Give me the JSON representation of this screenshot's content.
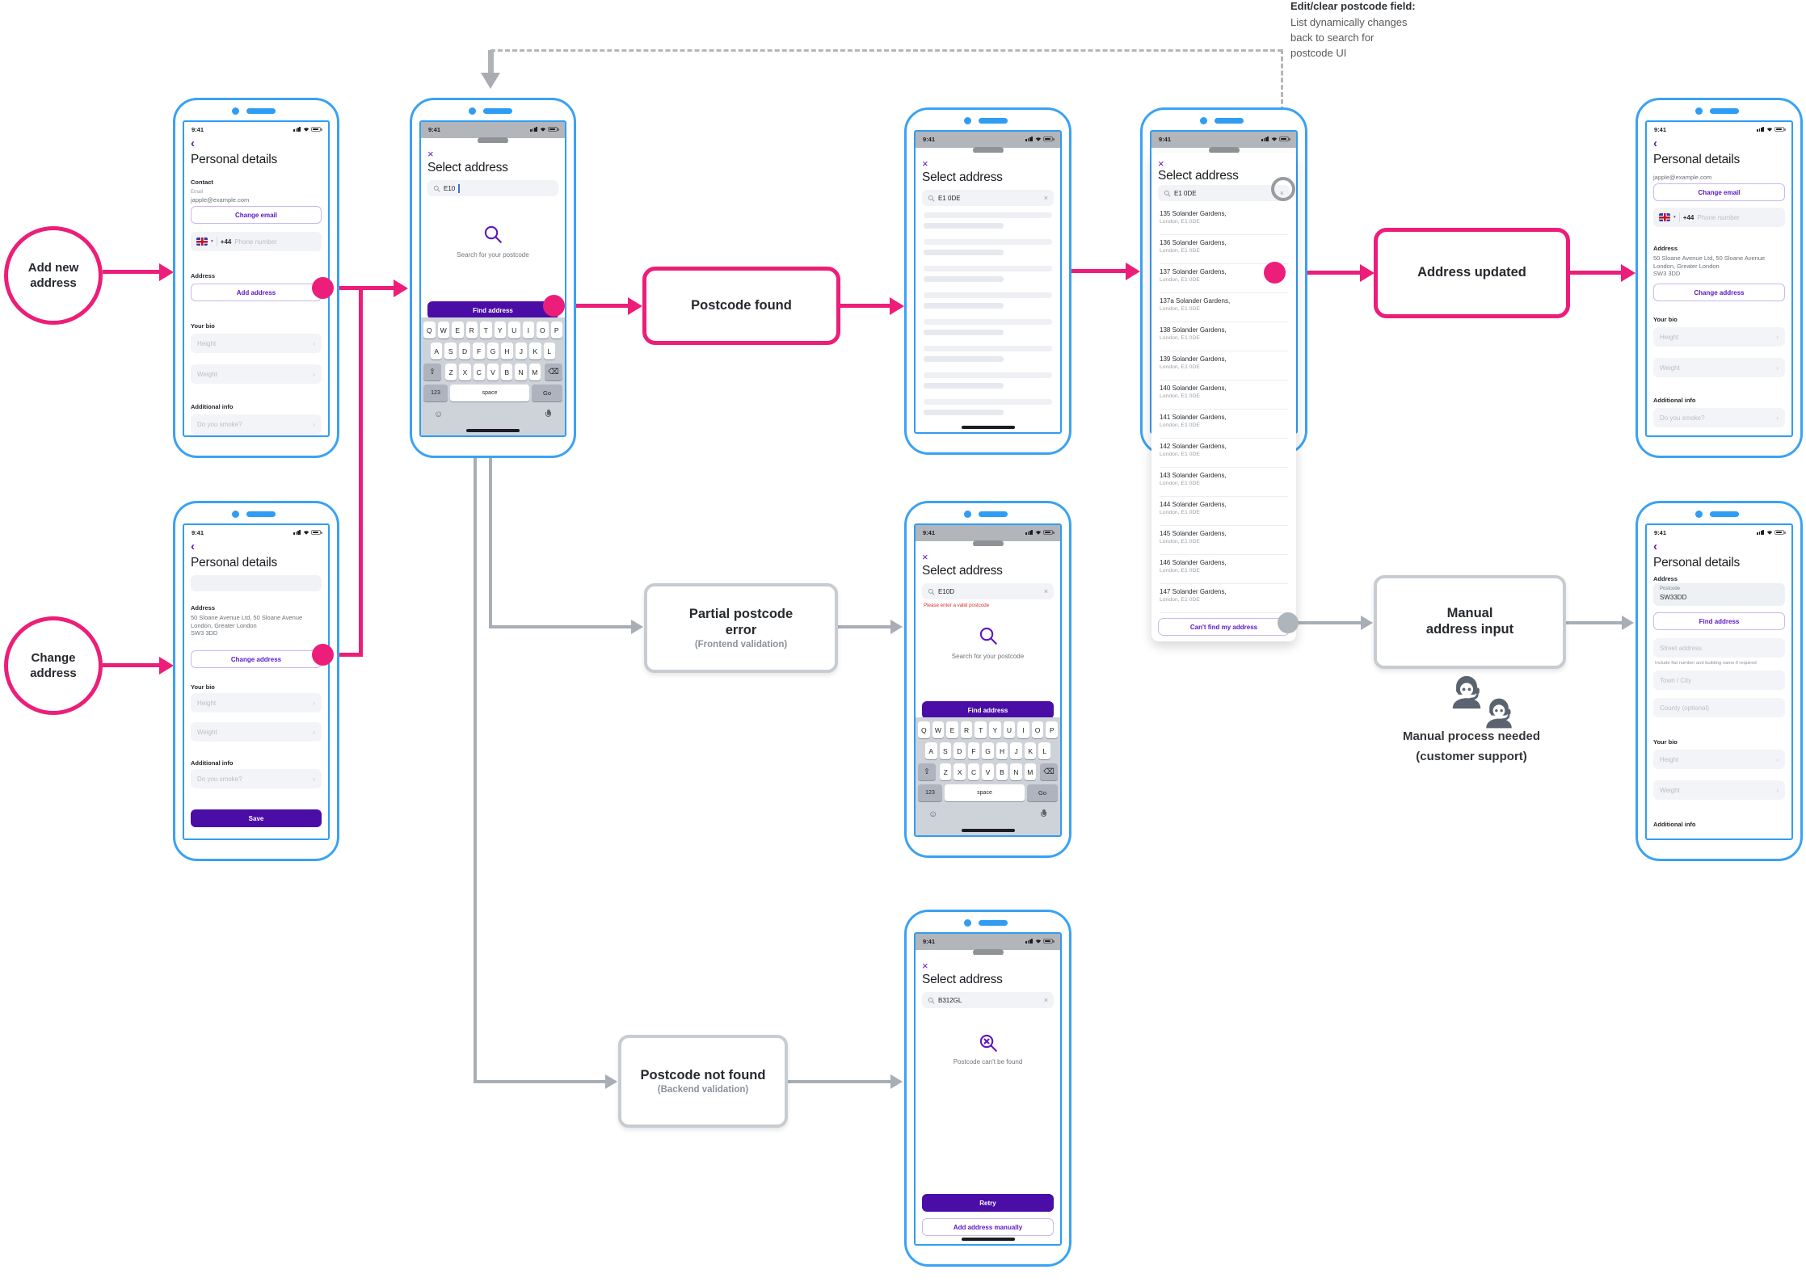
{
  "common": {
    "time": "9:41"
  },
  "note": {
    "title": "Edit/clear postcode field:",
    "line1": "List dynamically changes",
    "line2": "back to search for",
    "line3": "postcode UI"
  },
  "entry": {
    "add_line1": "Add new",
    "add_line2": "address",
    "change_line1": "Change",
    "change_line2": "address"
  },
  "flow": {
    "postcode_found": "Postcode found",
    "partial_line1": "Partial postcode",
    "partial_line2": "error",
    "partial_sub": "(Frontend validation)",
    "not_found": "Postcode not found",
    "not_found_sub": "(Backend validation)",
    "address_updated": "Address updated",
    "manual_line1": "Manual",
    "manual_line2": "address input",
    "process_line1": "Manual process needed",
    "process_line2": "(customer support)"
  },
  "personal": {
    "title": "Personal details",
    "contact": "Contact",
    "email_label": "Email",
    "email": "japple@example.com",
    "change_email": "Change email",
    "dial": "+44",
    "phone_placeholder": "Phone number",
    "address_label": "Address",
    "add_address": "Add address",
    "change_address": "Change address",
    "your_bio": "Your bio",
    "height": "Height",
    "weight": "Weight",
    "additional": "Additional info",
    "smoke": "Do you smoke?",
    "save": "Save",
    "addr1": "50 Sloane Avenue Ltd, 50 Sloane Avenue",
    "addr2": "London, Greater London",
    "addr3": "SW3 3DD"
  },
  "select": {
    "title": "Select address",
    "prompt": "Search for your postcode",
    "find": "Find address",
    "q_typing": "E10",
    "q_full": "E1 0DE",
    "q_partial": "E10D",
    "q_invalid": "B312GL",
    "error": "Please enter a valid postcode",
    "not_found_msg": "Postcode can't be found",
    "retry": "Retry",
    "add_manual": "Add address manually",
    "cant_find": "Can't find my address"
  },
  "manual_form": {
    "postcode_label": "Postcode",
    "postcode_value": "SW33DD",
    "find": "Find address",
    "street": "Street address",
    "street_help": "Include flat number and building name if required",
    "town": "Town / City",
    "county": "County (optional)"
  },
  "keyboard": {
    "rows": [
      [
        "Q",
        "W",
        "E",
        "R",
        "T",
        "Y",
        "U",
        "I",
        "O",
        "P"
      ],
      [
        "A",
        "S",
        "D",
        "F",
        "G",
        "H",
        "J",
        "K",
        "L"
      ],
      [
        "Z",
        "X",
        "C",
        "V",
        "B",
        "N",
        "M"
      ]
    ],
    "shift": "⇧",
    "backspace": "⌫",
    "numbers": "123",
    "space": "space",
    "go": "Go",
    "emoji": "☺"
  },
  "addresses": {
    "street": "Solander Gardens,",
    "city": "London, E1 0DE",
    "numbers": [
      "135",
      "136",
      "137",
      "137a",
      "138",
      "139",
      "140",
      "141",
      "142",
      "143",
      "144",
      "145",
      "146",
      "147"
    ]
  }
}
